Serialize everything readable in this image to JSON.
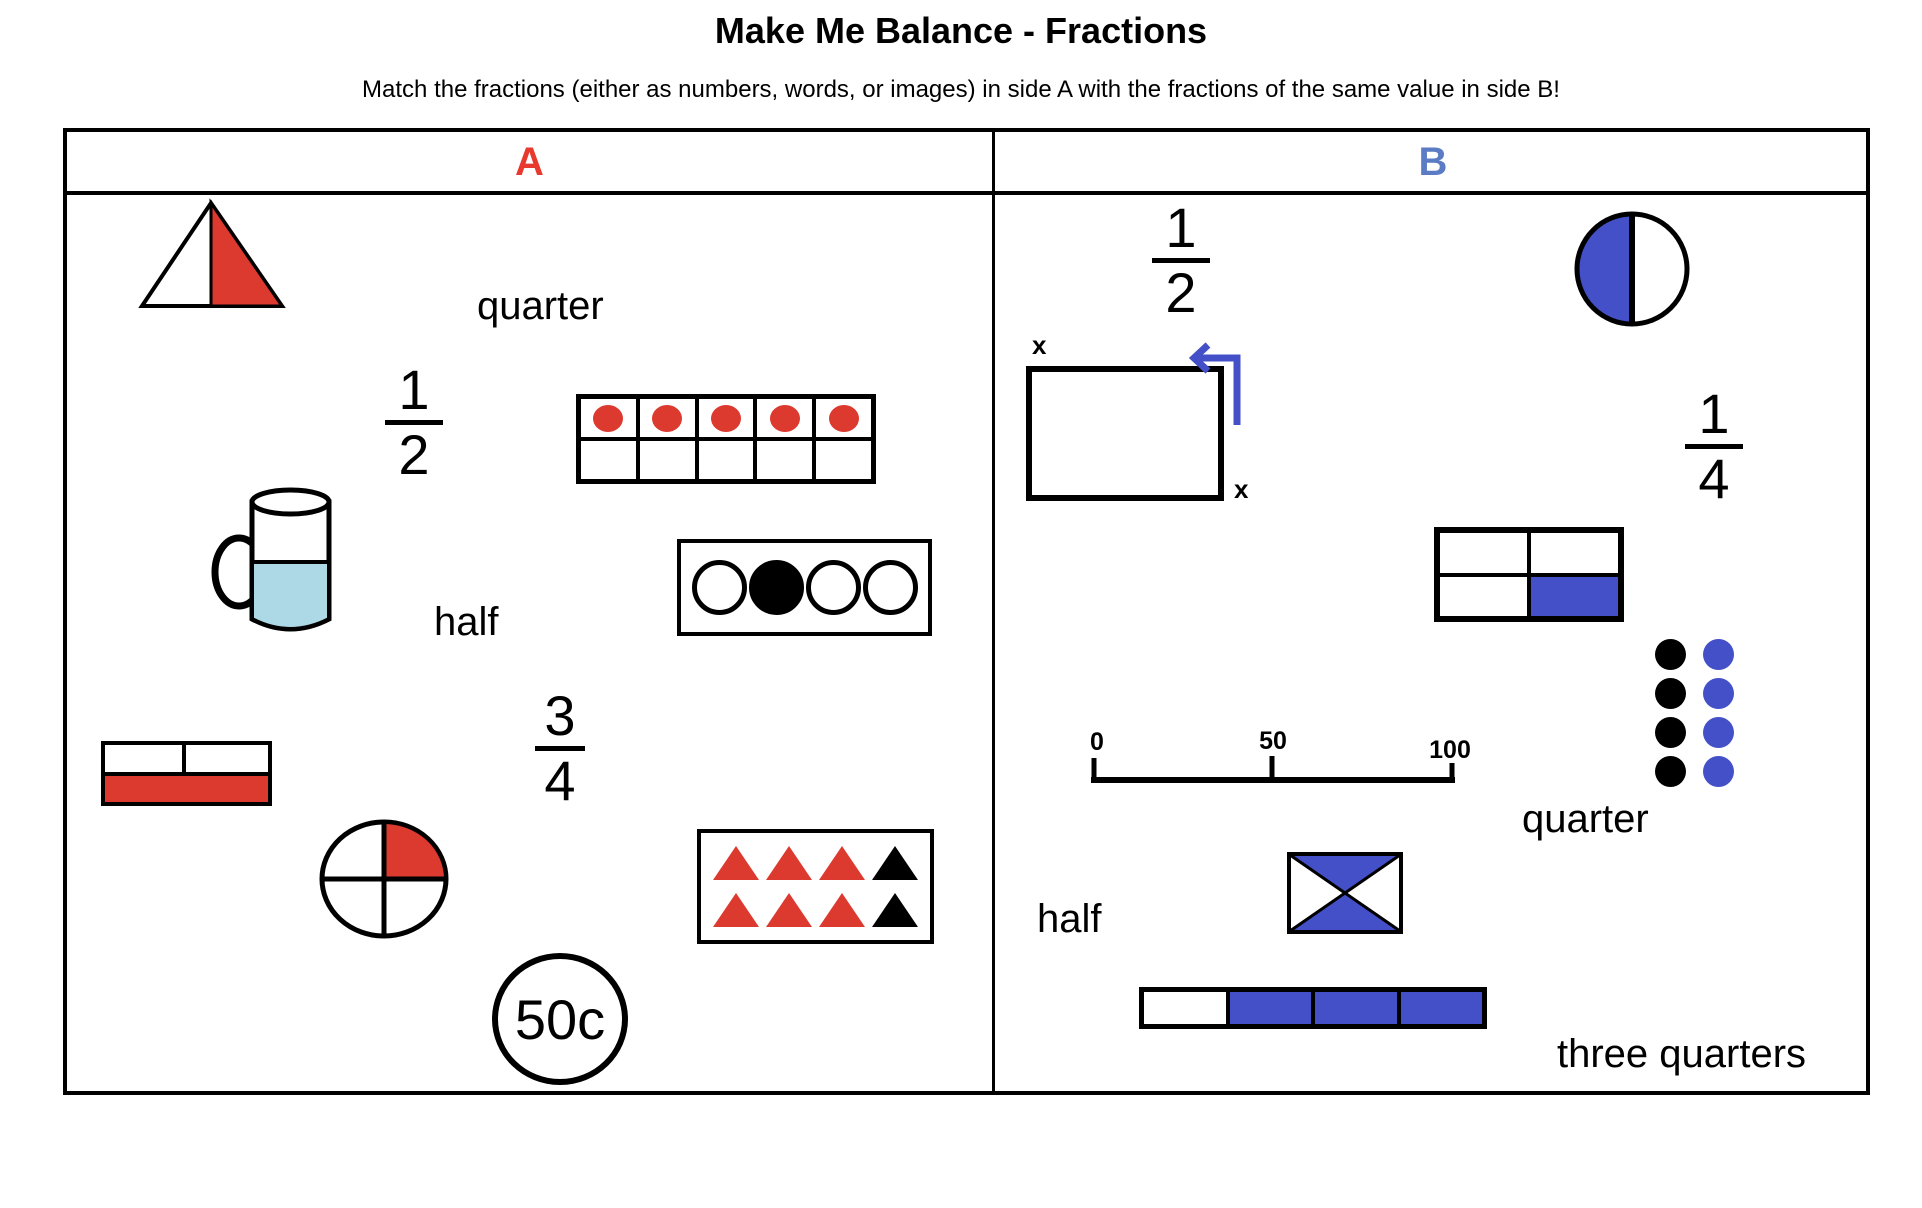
{
  "title": "Make Me Balance - Fractions",
  "subtitle": "Match the fractions (either as numbers, words, or images) in side A with the fractions of the same value in side B!",
  "columns": {
    "a": "A",
    "b": "B"
  },
  "colors": {
    "shape_red": "#DC392F",
    "shape_blue": "#4450C8",
    "header_a_red": "#E8392F",
    "header_b_blue": "#5B7BC4",
    "mug_liquid_light_blue": "#ADD8E6"
  },
  "side_a": {
    "word_quarter": "quarter",
    "word_half": "half",
    "fraction_half": {
      "numerator": "1",
      "denominator": "2"
    },
    "fraction_three_quarters": {
      "numerator": "3",
      "denominator": "4"
    },
    "coin_label": "50c",
    "shapes": {
      "triangle": "triangle with right half shaded red",
      "ten_frame": "5 of 10 cells contain red dots",
      "mug": "mug half full of liquid",
      "counter_strip": "1 of 4 circles shaded black",
      "fraction_bar": "bottom half shaded red, top half split into 2",
      "circle_quarters": "1 of 4 quarters shaded red",
      "triangle_array": "6 red and 2 black triangles"
    }
  },
  "side_b": {
    "fraction_half": {
      "numerator": "1",
      "denominator": "2"
    },
    "fraction_quarter": {
      "numerator": "1",
      "denominator": "4"
    },
    "rect_label_top": "x",
    "rect_label_bottom": "x",
    "number_line": {
      "ticks": [
        "0",
        "50",
        "100"
      ]
    },
    "word_quarter": "quarter",
    "word_half": "half",
    "word_three_quarters": "three quarters",
    "shapes": {
      "half_circle": "circle with left half shaded blue",
      "grid_2x2": "1 of 4 cells shaded blue",
      "dot_array": "4 black dots and 4 blue dots",
      "bowtie_square": "rectangle with top and bottom quarters shaded blue",
      "fraction_strip": "3 of 4 cells shaded blue"
    }
  }
}
